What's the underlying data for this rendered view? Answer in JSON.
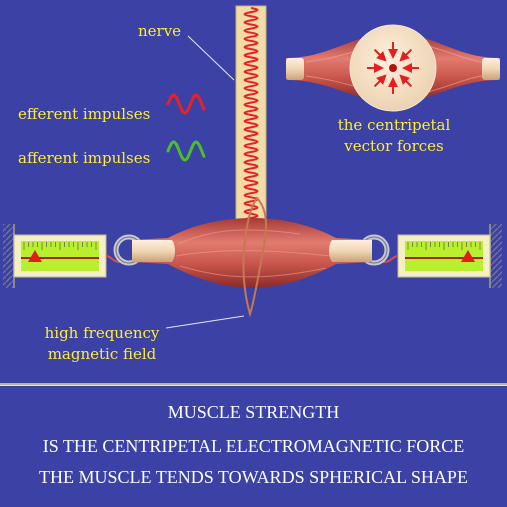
{
  "labels": {
    "nerve": "nerve",
    "efferent": "efferent impulses",
    "afferent": "afferent impulses",
    "centripetal": [
      "the centripetal",
      "vector forces"
    ],
    "field": [
      "high frequency",
      "magnetic field"
    ]
  },
  "caption": {
    "line1": "MUSCLE  STRENGTH",
    "line2": "IS THE CENTRIPETAL ELECTROMAGNETIC FORCE",
    "line3": "THE MUSCLE TENDS TOWARDS SPHERICAL SHAPE"
  },
  "colors": {
    "background": "#3b41a5",
    "label_text": "#ffee33",
    "caption_text": "#ffffff",
    "efferent_wave": "#e8202a",
    "afferent_wave": "#4bbf2a",
    "nerve_fill": "#f1dca3",
    "muscle": "#c8504a",
    "tendon": "#f0d6b2",
    "gauge_scale": "#b8f030",
    "gauge_marker": "#e51c1c",
    "field_loop": "#c87850"
  }
}
